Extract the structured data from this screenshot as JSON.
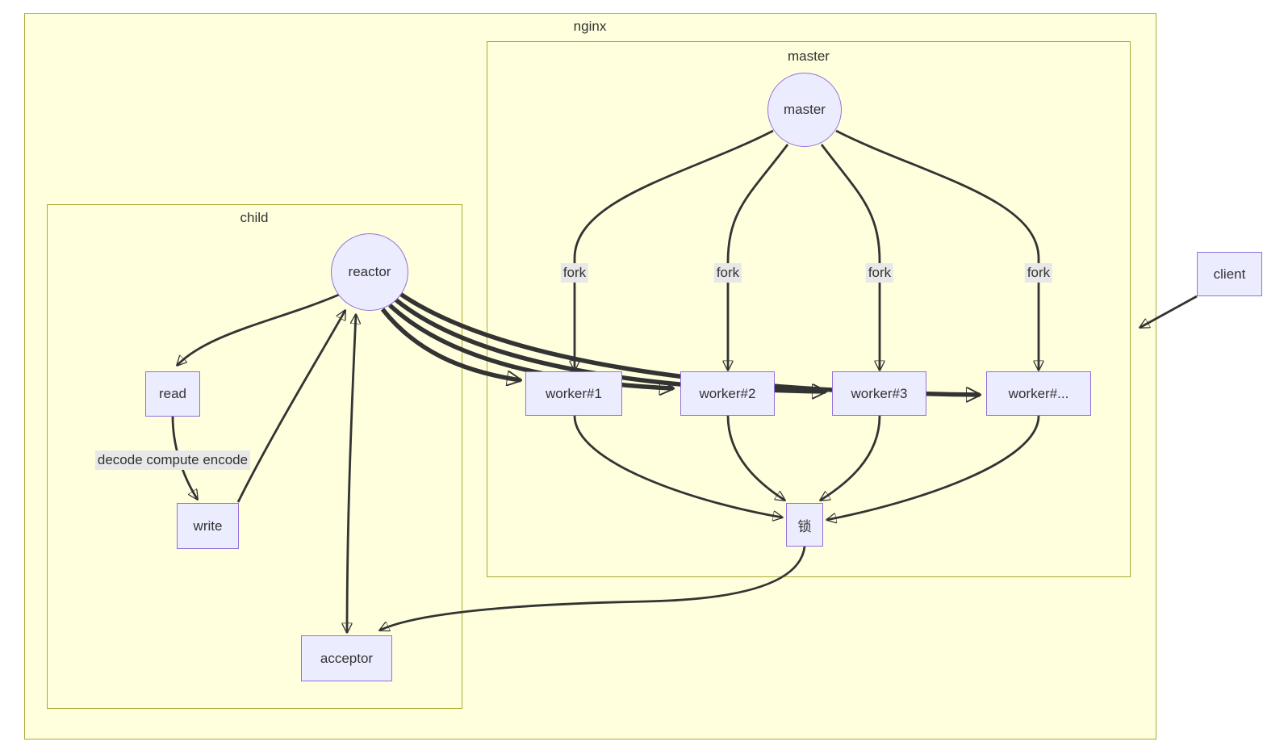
{
  "diagram_type": "flowchart",
  "subgraphs": {
    "nginx": {
      "label": "nginx"
    },
    "master": {
      "label": "master"
    },
    "child": {
      "label": "child"
    }
  },
  "nodes": {
    "master": {
      "label": "master",
      "shape": "circle"
    },
    "reactor": {
      "label": "reactor",
      "shape": "circle"
    },
    "read": {
      "label": "read",
      "shape": "rect"
    },
    "write": {
      "label": "write",
      "shape": "rect"
    },
    "acceptor": {
      "label": "acceptor",
      "shape": "rect"
    },
    "worker1": {
      "label": "worker#1",
      "shape": "rect"
    },
    "worker2": {
      "label": "worker#2",
      "shape": "rect"
    },
    "worker3": {
      "label": "worker#3",
      "shape": "rect"
    },
    "worker4": {
      "label": "worker#...",
      "shape": "rect"
    },
    "lock": {
      "label": "锁",
      "shape": "rect"
    },
    "client": {
      "label": "client",
      "shape": "rect"
    }
  },
  "edge_labels": {
    "forks": [
      "fork",
      "fork",
      "fork",
      "fork"
    ],
    "read_write": "decode compute encode"
  },
  "edges": [
    {
      "from": "master",
      "to": "worker#1",
      "label": "fork",
      "style": "arrow"
    },
    {
      "from": "master",
      "to": "worker#2",
      "label": "fork",
      "style": "arrow"
    },
    {
      "from": "master",
      "to": "worker#3",
      "label": "fork",
      "style": "arrow"
    },
    {
      "from": "master",
      "to": "worker#...",
      "label": "fork",
      "style": "arrow"
    },
    {
      "from": "reactor",
      "to": "worker#1",
      "label": "",
      "style": "thick-arrow"
    },
    {
      "from": "reactor",
      "to": "worker#2",
      "label": "",
      "style": "thick-arrow"
    },
    {
      "from": "reactor",
      "to": "worker#3",
      "label": "",
      "style": "thick-arrow"
    },
    {
      "from": "reactor",
      "to": "worker#...",
      "label": "",
      "style": "thick-arrow"
    },
    {
      "from": "reactor",
      "to": "read",
      "label": "",
      "style": "arrow"
    },
    {
      "from": "read",
      "to": "write",
      "label": "decode compute encode",
      "style": "arrow"
    },
    {
      "from": "write",
      "to": "reactor",
      "label": "",
      "style": "arrow"
    },
    {
      "from": "reactor",
      "to": "acceptor",
      "label": "",
      "style": "double-arrow"
    },
    {
      "from": "worker#1",
      "to": "锁",
      "label": "",
      "style": "arrow"
    },
    {
      "from": "worker#2",
      "to": "锁",
      "label": "",
      "style": "arrow"
    },
    {
      "from": "worker#3",
      "to": "锁",
      "label": "",
      "style": "arrow"
    },
    {
      "from": "worker#...",
      "to": "锁",
      "label": "",
      "style": "arrow"
    },
    {
      "from": "锁",
      "to": "acceptor",
      "label": "",
      "style": "arrow"
    },
    {
      "from": "client",
      "to": "master-subgraph",
      "label": "",
      "style": "arrow"
    }
  ],
  "colors": {
    "subgraph_fill": "#ffffde",
    "subgraph_border": "#aaaa33",
    "node_fill": "#ECECFF",
    "node_border": "#9370DB",
    "edge": "#333333",
    "edge_label_bg": "#e8e8e8",
    "text": "#333333",
    "background": "#ffffff"
  }
}
